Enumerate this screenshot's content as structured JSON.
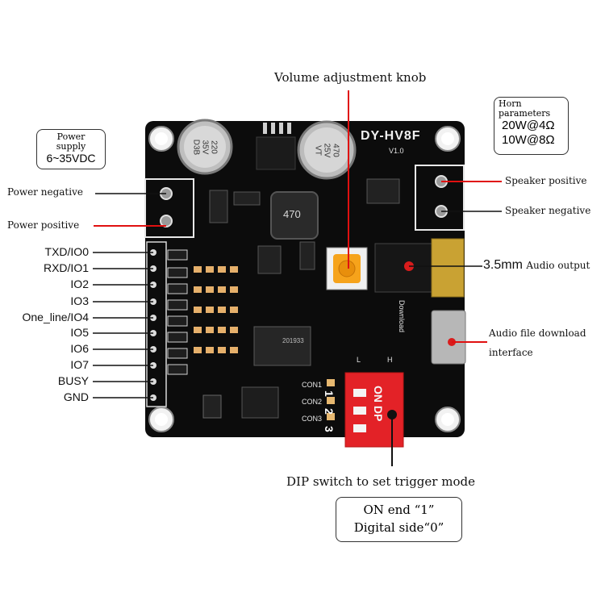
{
  "title": "Volume adjustment knob",
  "power_supply": {
    "line1": "Power",
    "line2": "supply",
    "line3": "6~35VDC"
  },
  "horn": {
    "line1": "Horn",
    "line2": "parameters",
    "line3": "20W@4Ω",
    "line4": "10W@8Ω"
  },
  "left_labels": {
    "power_negative": "Power negative",
    "power_positive": "Power positive"
  },
  "pins": [
    "TXD/IO0",
    "RXD/IO1",
    "IO2",
    "IO3",
    "One_line/IO4",
    "IO5",
    "IO6",
    "IO7",
    "BUSY",
    "GND"
  ],
  "right_labels": {
    "speaker_positive": "Speaker positive",
    "speaker_negative": "Speaker negative",
    "audio_output_size": "3.5mm",
    "audio_output": "Audio output",
    "download_line1": "Audio file download",
    "download_line2": "interface"
  },
  "dip_label": "DIP switch to set trigger mode",
  "mode_box": {
    "line1": "ON end   “1”",
    "line2": "Digital side“0”"
  },
  "board": {
    "model": "DY-HV8F",
    "version": "V1.0",
    "cap1": [
      "220",
      "35V",
      "D3B"
    ],
    "cap2": [
      "470",
      "25V",
      "VT"
    ],
    "inductor": "470",
    "download_text": "Download",
    "con_labels": [
      "CON1",
      "CON2",
      "CON3"
    ],
    "dip_on": "ON DP",
    "dip_numbers": [
      "1",
      "2",
      "3"
    ],
    "l_mark": "L",
    "h_mark": "H",
    "ic_text": "201933"
  },
  "colors": {
    "accent_red": "#e01010",
    "board": "#0c0c0c",
    "dip": "#e32227"
  }
}
